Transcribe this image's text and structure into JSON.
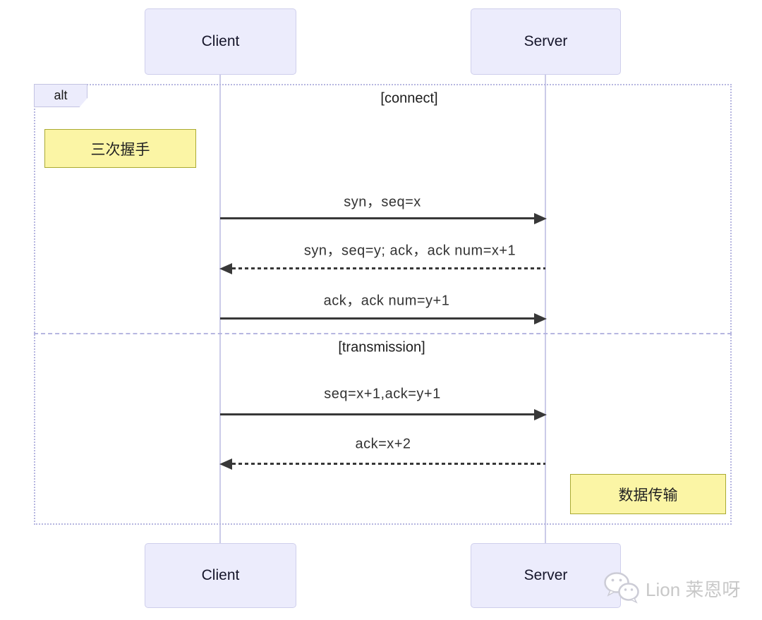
{
  "diagram": {
    "type": "sequence-diagram",
    "actors": [
      {
        "id": "client",
        "label": "Client"
      },
      {
        "id": "server",
        "label": "Server"
      }
    ],
    "frame": {
      "kind": "alt",
      "tag": "alt"
    },
    "sections": [
      {
        "label": "[connect]"
      },
      {
        "label": "[transmission]"
      }
    ],
    "notes": [
      {
        "text": "三次握手",
        "placement": "left of Client"
      },
      {
        "text": "数据传输",
        "placement": "right of Server"
      }
    ],
    "messages": [
      {
        "from": "Client",
        "to": "Server",
        "line": "solid",
        "text": "syn，seq=x"
      },
      {
        "from": "Server",
        "to": "Client",
        "line": "dashed",
        "text": "syn，seq=y; ack，ack num=x+1"
      },
      {
        "from": "Client",
        "to": "Server",
        "line": "solid",
        "text": "ack，ack num=y+1"
      },
      {
        "from": "Client",
        "to": "Server",
        "line": "solid",
        "text": "seq=x+1,ack=y+1"
      },
      {
        "from": "Server",
        "to": "Client",
        "line": "dashed",
        "text": "ack=x+2"
      }
    ],
    "watermark": {
      "icon": "wechat-icon",
      "text": "Lion 莱恩呀"
    }
  },
  "colors": {
    "actor_fill": "#ececfc",
    "actor_border": "#cfcfec",
    "note_fill": "#fbf5a5",
    "note_border": "#aaaa33",
    "frame_border": "#b6b6e0",
    "lifeline": "#cbcbe8",
    "arrow": "#383838",
    "text": "#333333",
    "watermark": "#c8c8c8"
  }
}
